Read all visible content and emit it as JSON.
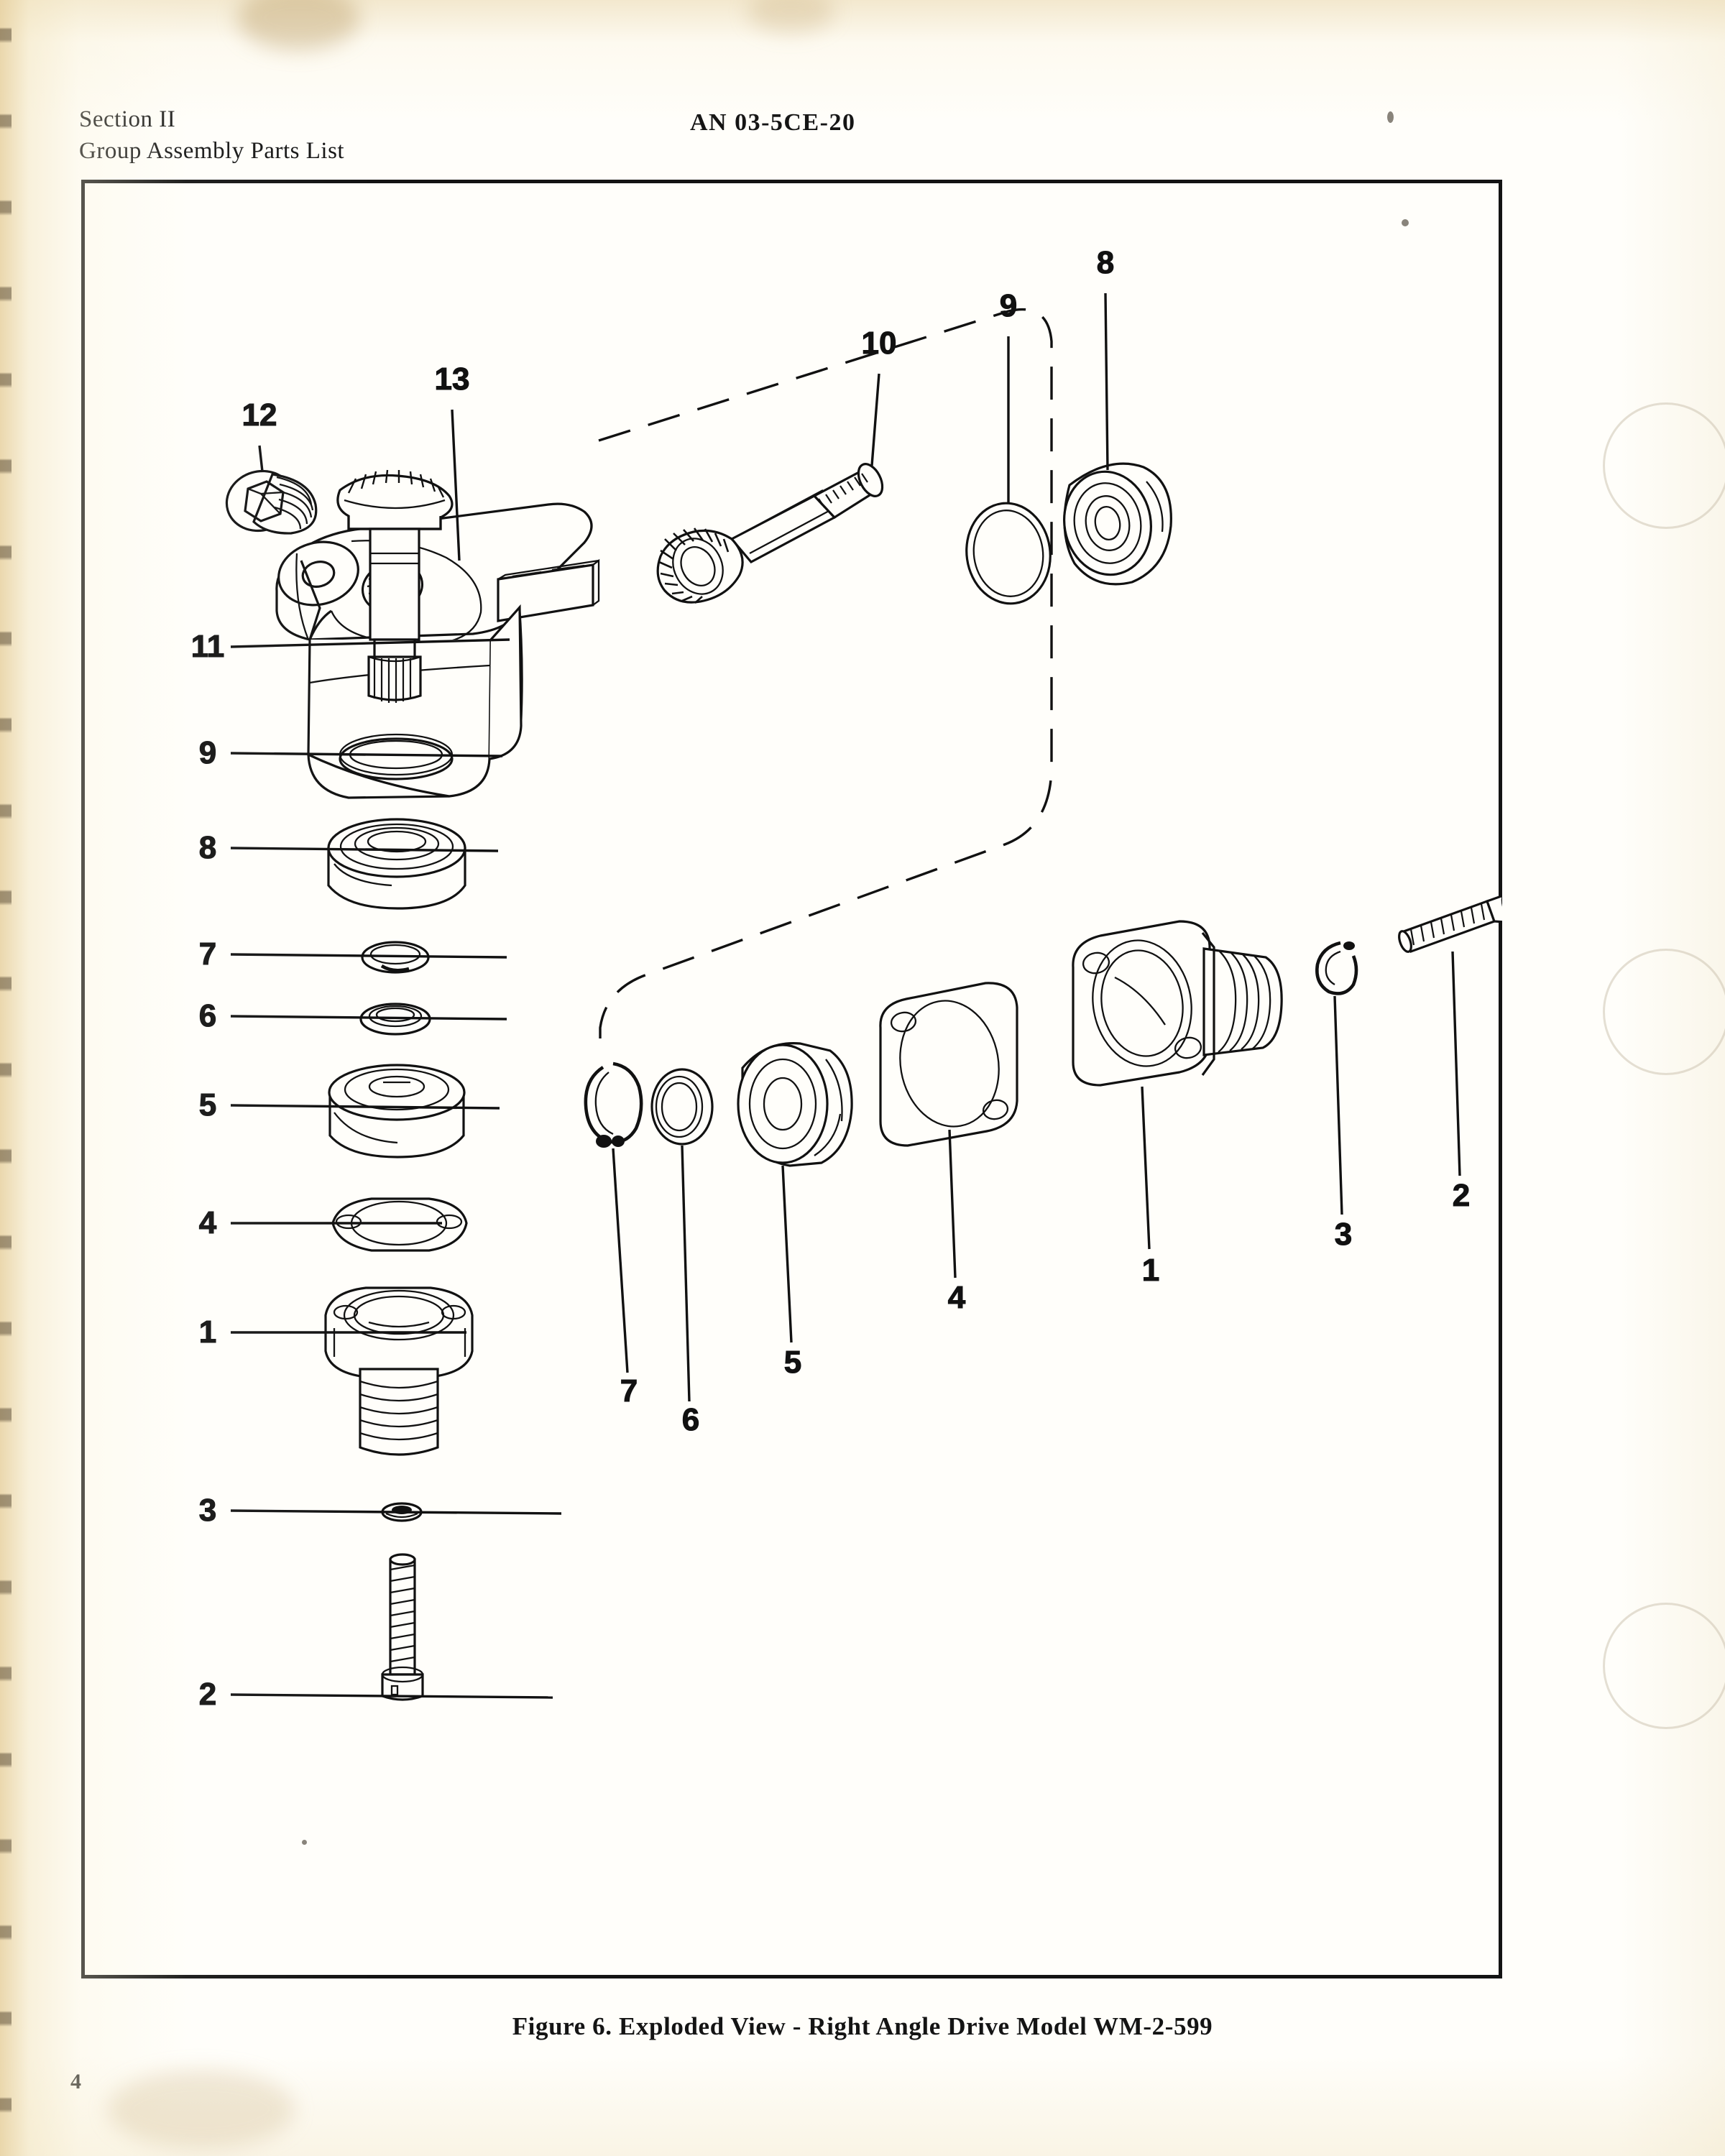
{
  "document": {
    "header_left_line1": "Section II",
    "header_left_line2": "Group Assembly Parts List",
    "header_center": "AN 03-5CE-20",
    "page_number": "4",
    "figure_caption": "Figure 6. Exploded View - Right Angle Drive Model WM-2-599"
  },
  "figure": {
    "number": "6",
    "title": "Exploded View - Right Angle Drive Model WM-2-599",
    "model": "WM-2-599",
    "type": "exploded-assembly-drawing",
    "callouts": [
      {
        "id": "1",
        "label": "1",
        "part": "threaded-adapter-flange"
      },
      {
        "id": "2",
        "label": "2",
        "part": "machine-screw"
      },
      {
        "id": "3",
        "label": "3",
        "part": "lockwasher"
      },
      {
        "id": "4",
        "label": "4",
        "part": "gasket"
      },
      {
        "id": "5",
        "label": "5",
        "part": "seal-retainer-cap"
      },
      {
        "id": "6",
        "label": "6",
        "part": "washer"
      },
      {
        "id": "7",
        "label": "7",
        "part": "retaining-snap-ring"
      },
      {
        "id": "8",
        "label": "8",
        "part": "ball-bearing"
      },
      {
        "id": "9",
        "label": "9",
        "part": "shim-ring"
      },
      {
        "id": "10",
        "label": "10",
        "part": "bevel-gear-shaft"
      },
      {
        "id": "11",
        "label": "11",
        "part": "bevel-pinion-gear"
      },
      {
        "id": "12",
        "label": "12",
        "part": "hex-socket-pipe-plug"
      },
      {
        "id": "13",
        "label": "13",
        "part": "drive-housing"
      }
    ],
    "callout_labels": {
      "c1": "1",
      "c2": "2",
      "c3": "3",
      "c4": "4",
      "c5": "5",
      "c6": "6",
      "c7": "7",
      "c8": "8",
      "c9": "9",
      "c10": "10",
      "c11": "11",
      "c12": "12",
      "c13": "13",
      "s1": "1",
      "s2": "2",
      "s3": "3",
      "s4": "4",
      "s5": "5",
      "s6": "6",
      "s7": "7",
      "s8": "8",
      "s9": "9",
      "s11": "11"
    }
  },
  "colors": {
    "ink": "#111111",
    "paper": "#fffefa",
    "aged_edge": "#e7d1a0"
  }
}
